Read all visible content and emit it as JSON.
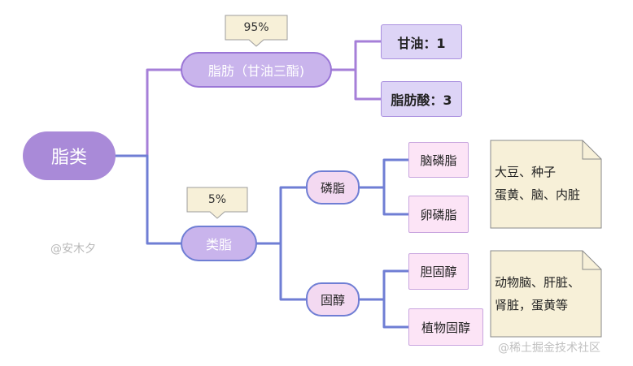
{
  "root": {
    "label": "脂类"
  },
  "branches": {
    "fat": {
      "label": "脂肪（甘油三酯)",
      "callout": "95%",
      "children": [
        {
          "label": "甘油：1"
        },
        {
          "label": "脂肪酸：3"
        }
      ]
    },
    "lipid": {
      "label": "类脂",
      "callout": "5%",
      "phospholipid": {
        "label": "磷脂",
        "children": [
          {
            "label": "脑磷脂"
          },
          {
            "label": "卵磷脂"
          }
        ],
        "note_lines": [
          "大豆、种子",
          "蛋黄、脑、内脏"
        ]
      },
      "sterol": {
        "label": "固醇",
        "children": [
          {
            "label": "胆固醇"
          },
          {
            "label": "植物固醇"
          }
        ],
        "note_lines": [
          "动物脑、肝脏、",
          "肾脏，蛋黄等"
        ]
      }
    }
  },
  "watermarks": {
    "author": "@安木夕",
    "site": "@稀土掘金技术社区"
  },
  "colors": {
    "root_fill": "#a98ad8",
    "branch_fill": "#c9b4ec",
    "fat_line": "#a67fd8",
    "lipid_line": "#6f7ed4",
    "note_fill": "#f7f0d8",
    "leaf_fill": "#fce4f6"
  }
}
